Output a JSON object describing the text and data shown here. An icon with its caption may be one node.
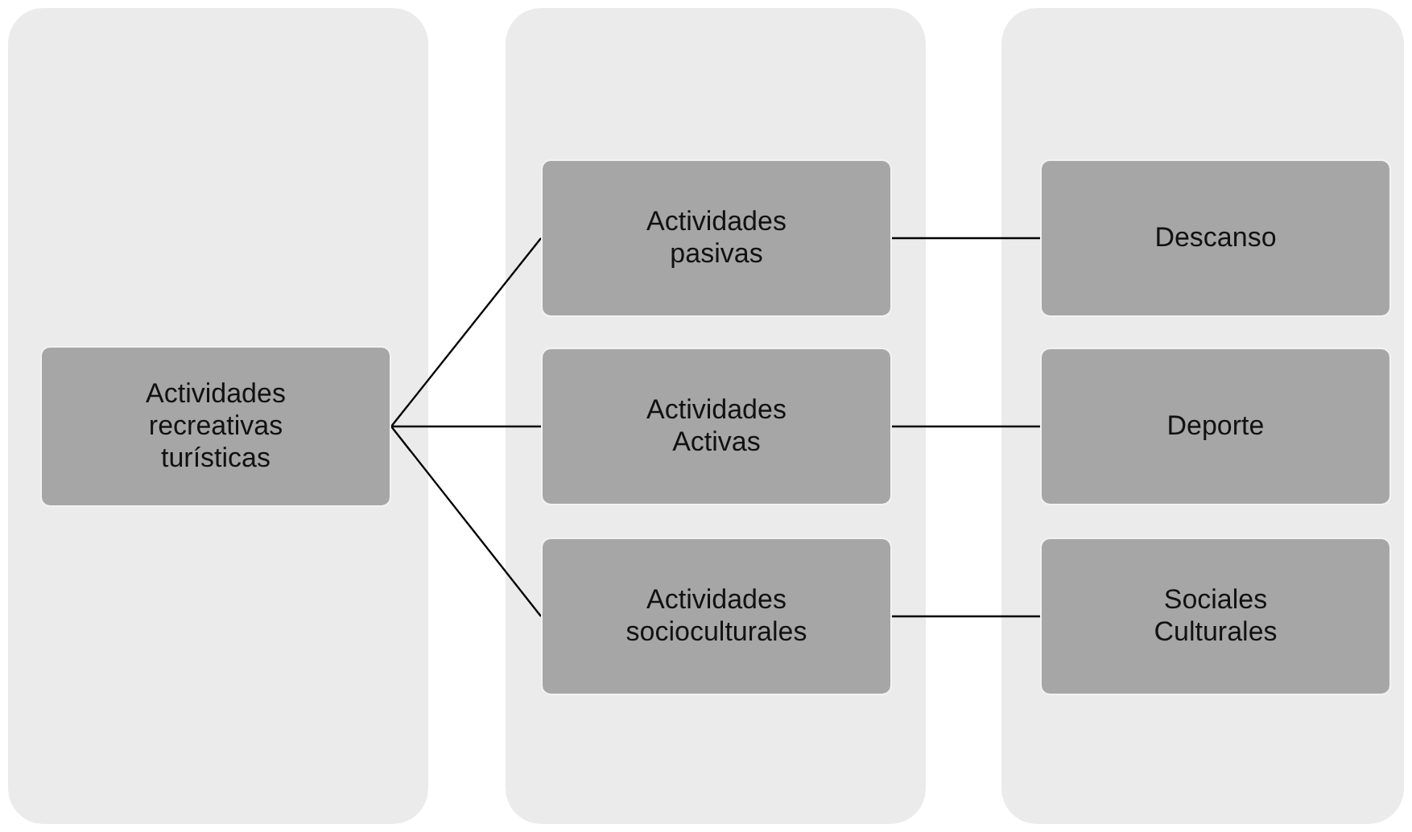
{
  "diagram": {
    "nodes": [
      {
        "text": [],
        "shape": "box"
      },
      {
        "text": [
          "Actividades recreativas turísticas"
        ],
        "in": 0
      },
      {
        "text": [],
        "shape": "box"
      },
      {
        "text": [
          "Actividades pasivas"
        ],
        "in": 2
      },
      {
        "text": [
          "Actividades Activas"
        ],
        "in": 2
      },
      {
        "text": [
          "Actividades socioculturales"
        ],
        "in": 2
      },
      {
        "text": [],
        "shape": "box"
      },
      {
        "text": [
          "Descanso"
        ],
        "in": 6
      },
      {
        "text": [
          "Deporte"
        ],
        "in": 6
      },
      {
        "text": [
          "Sociales Culturales"
        ],
        "in": 6
      }
    ],
    "edges": [
      {
        "from": 1,
        "to": 3,
        "arrow": "none"
      },
      {
        "from": 1,
        "to": 4,
        "arrow": "none"
      },
      {
        "from": 1,
        "to": 5,
        "arrow": "none"
      },
      {
        "from": 3,
        "to": 7,
        "arrow": "none"
      },
      {
        "from": 4,
        "to": 8,
        "arrow": "none"
      },
      {
        "from": 5,
        "to": 9,
        "arrow": "none"
      }
    ]
  }
}
